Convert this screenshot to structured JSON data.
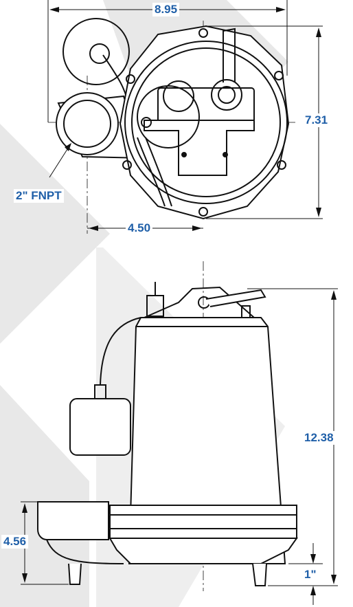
{
  "colors": {
    "dimension_text": "#1f5fa8",
    "line_art": "#111111",
    "background_shapes": "#e6e6e6"
  },
  "top_view": {
    "overall_width": "8.95",
    "overall_height": "7.31",
    "discharge_offset": "4.50",
    "discharge_size": "2\" FNPT"
  },
  "side_view": {
    "overall_height": "12.38",
    "discharge_height": "4.56",
    "base_clearance": "1\""
  }
}
